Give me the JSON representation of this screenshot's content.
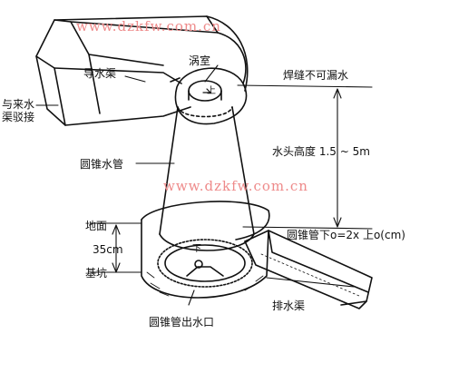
{
  "labels": {
    "flume": "导水渠",
    "volute": "涡室",
    "weld": "焊缝不可漏水",
    "connect_line1": "与来水",
    "connect_line2": "渠驳接",
    "cone_pipe": "圆锥水管",
    "head": "水头高度 1.5 ~ 5m",
    "ground": "地面",
    "depth": "35cm",
    "pit": "基坑",
    "cone_relation": "圆锥管下o=2x 上o(cm)",
    "drain": "排水渠",
    "outlet": "圆锥管出水口",
    "top_mark": "上",
    "bottom_mark": "下"
  },
  "watermarks": [
    "www.dzkfw.com.cn",
    "www.dzkfw.com.cn"
  ]
}
